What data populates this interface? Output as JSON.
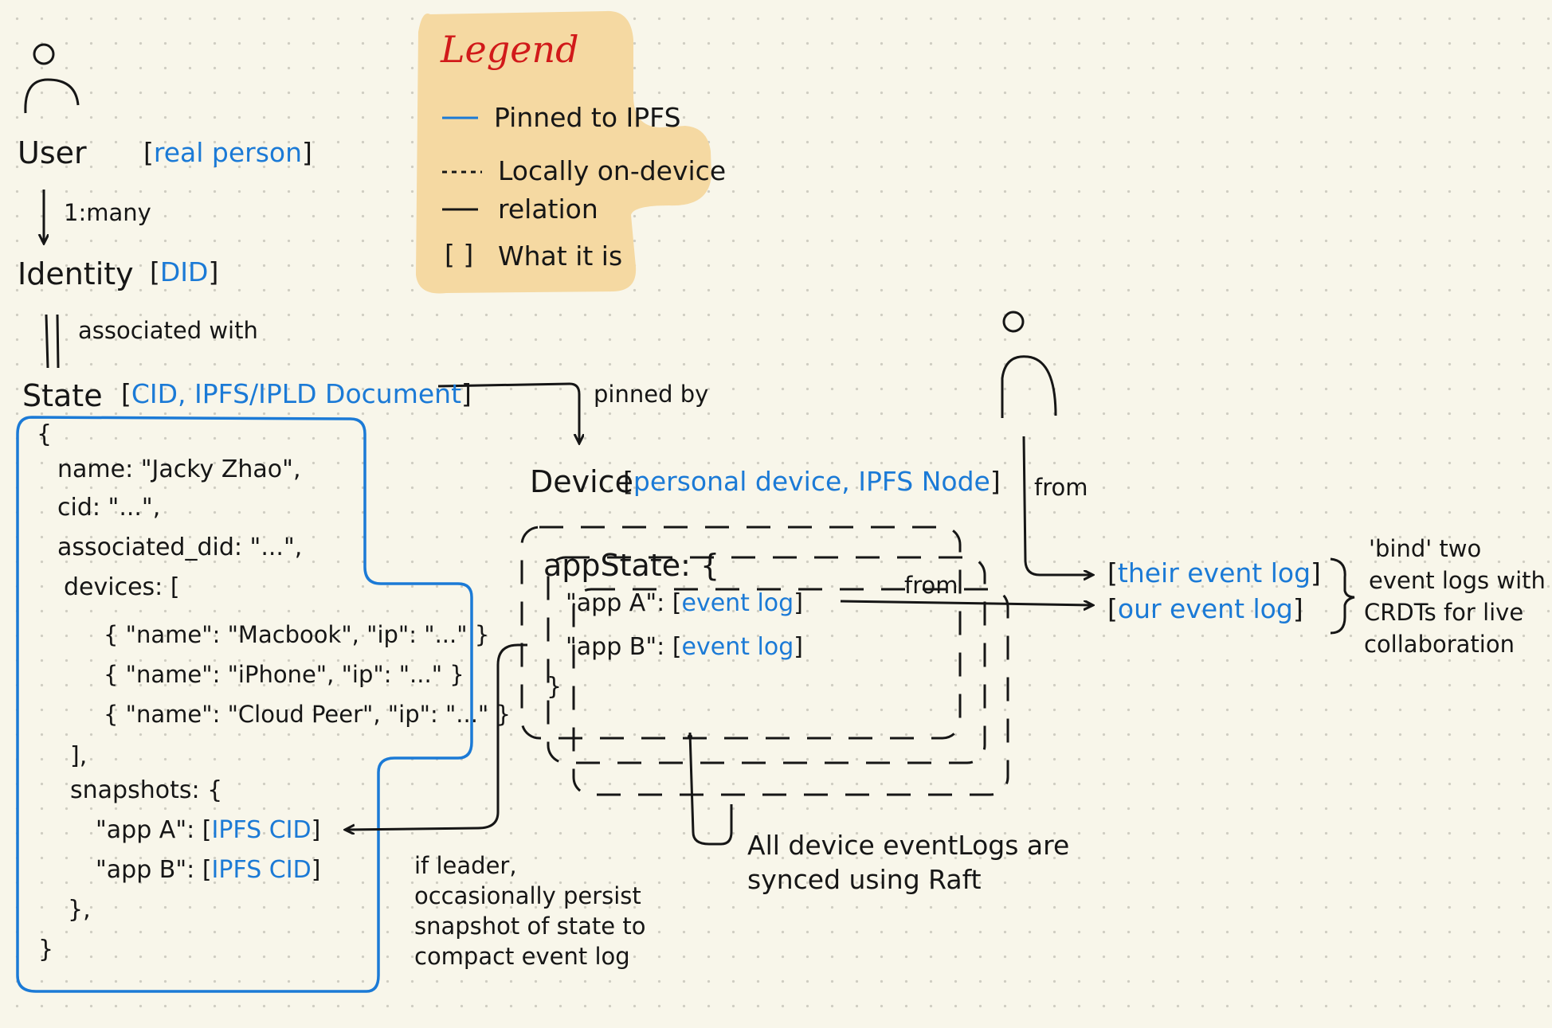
{
  "legend": {
    "title": "Legend",
    "items": [
      {
        "mark": "—",
        "label": "Pinned to IPFS"
      },
      {
        "mark": "----",
        "label": "Locally on-device"
      },
      {
        "mark": "—",
        "label": "relation"
      },
      {
        "mark": "[ ]",
        "label": "What it is"
      }
    ],
    "pinned_color": "#1b7ad6",
    "box_color": "#f5d9a2"
  },
  "user": {
    "label": "User",
    "tag": "real person"
  },
  "rel_user_identity": "1:many",
  "identity": {
    "label": "Identity",
    "tag": "DID"
  },
  "rel_identity_state": "associated with",
  "state": {
    "label": "State",
    "tag": "CID, IPFS/IPLD Document"
  },
  "state_doc": {
    "open": "{",
    "name_line": "name: \"Jacky Zhao\",",
    "cid_line": "cid: \"...\",",
    "did_line": "associated_did: \"...\",",
    "devices_line": "devices: [",
    "device_rows": [
      "{ \"name\": \"Macbook\", \"ip\": \"...\" }",
      "{ \"name\": \"iPhone\", \"ip\": \"...\" }",
      "{ \"name\": \"Cloud Peer\", \"ip\": \"...\" }"
    ],
    "devices_close": "],",
    "snapshots_line": "snapshots: {",
    "snap_a_key": "\"app A\": [",
    "snap_a_val": "IPFS CID",
    "snap_b_key": "\"app B\": [",
    "snap_b_val": "IPFS CID",
    "close_bracket": "]",
    "snap_close": "},",
    "close": "}"
  },
  "pinned_by": "pinned by",
  "device": {
    "label": "Device",
    "tag": "personal device, IPFS Node"
  },
  "appstate": {
    "title": "appState: {",
    "app_a_key": "\"app A\": [",
    "app_a_val": "event log",
    "app_b_key": "\"app B\": [",
    "app_b_val": "event log",
    "close_bracket": "]",
    "close": "}"
  },
  "from_inner": "from",
  "from_user": "from",
  "logs": {
    "their": "their event log",
    "ours": "our event log"
  },
  "bind_note": [
    "'bind' two",
    "event logs with",
    "CRDTs for live",
    "collaboration"
  ],
  "leader_note": [
    "if leader,",
    "occasionally persist",
    "snapshot of state to",
    "compact event log"
  ],
  "raft_note": [
    "All device eventLogs are",
    "synced using Raft"
  ],
  "colors": {
    "ink": "#161616",
    "blue": "#1b7ad6",
    "paper": "#f8f6ea"
  }
}
